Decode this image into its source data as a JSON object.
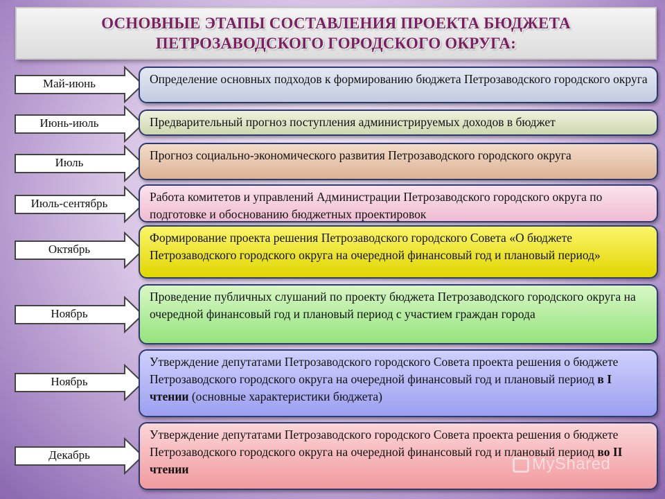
{
  "title": {
    "line1": "ОСНОВНЫЕ ЭТАПЫ СОСТАВЛЕНИЯ ПРОЕКТА БЮДЖЕТА",
    "line2": "ПЕТРОЗАВОДСКОГО ГОРОДСКОГО ОКРУГА:"
  },
  "stages": [
    {
      "period": "Май-июнь",
      "text": "Определение основных подходов к формированию бюджета Петрозаводского городского округа"
    },
    {
      "period": "Июнь-июль",
      "text": "Предварительный прогноз поступления администрируемых доходов в бюджет"
    },
    {
      "period": "Июль",
      "text": "Прогноз социально-экономического развития  Петрозаводского городского округа"
    },
    {
      "period": "Июль-сентябрь",
      "text": "Работа комитетов и управлений Администрации  Петрозаводского городского округа по подготовке и обоснованию бюджетных проектировок"
    },
    {
      "period": "Октябрь",
      "text": "Формирование проекта решения Петрозаводского городского Совета «О бюджете Петрозаводского городского округа на очередной финансовый год и плановый период»"
    },
    {
      "period": "Ноябрь",
      "text": "Проведение публичных слушаний по проекту бюджета Петрозаводского городского округа на очередной финансовый год и плановый период с участием граждан города"
    },
    {
      "period": "Ноябрь",
      "text_before": "Утверждение депутатами  Петрозаводского городского Совета проекта решения о бюджете Петрозаводского городского округа на очередной финансовый год и плановый период ",
      "text_bold": "в I чтении",
      "text_after": " (основные характеристики бюджета)"
    },
    {
      "period": "Декабрь",
      "text_before": "Утверждение депутатами  Петрозаводского городского Совета проекта решения о бюджете Петрозаводского городского округа на очередной финансовый год и плановый период ",
      "text_bold": "во II чтении",
      "text_after": ""
    }
  ],
  "watermark": "MyShared"
}
